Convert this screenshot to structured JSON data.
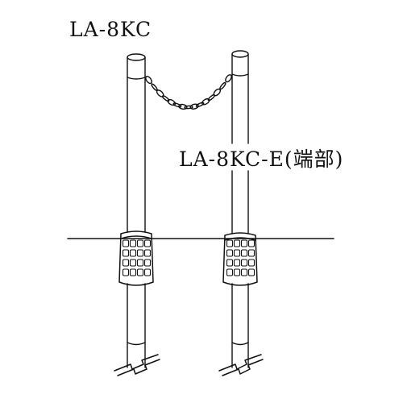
{
  "labels": {
    "main_post": "LA-8KC",
    "end_post": "LA-8KC-E(端部)"
  },
  "colors": {
    "line": "#111111",
    "background": "#ffffff"
  },
  "icons": {
    "chain": "chain-links",
    "collar": "perforated-collar",
    "break": "break-mark"
  }
}
